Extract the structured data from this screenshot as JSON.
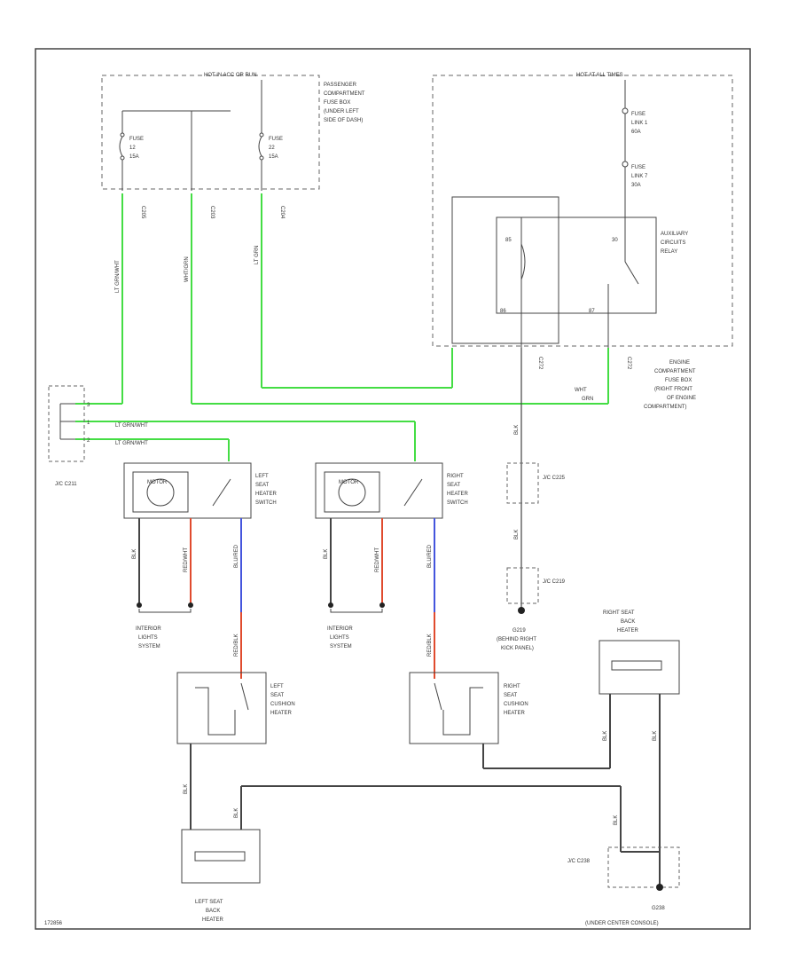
{
  "header_left": "HOT IN ACC OR RUN",
  "header_right": "HOT AT ALL TIMES",
  "fuse_box_passenger": [
    "PASSENGER",
    "COMPARTMENT",
    "FUSE BOX",
    "(UNDER LEFT",
    "SIDE OF DASH)"
  ],
  "fuse_box_engine": [
    "ENGINE",
    "COMPARTMENT",
    "FUSE BOX",
    "(RIGHT FRONT",
    "OF ENGINE",
    "COMPARTMENT)"
  ],
  "fuses": {
    "fuse_a": [
      "FUSE",
      "12",
      "15A"
    ],
    "fuse_b": [
      "FUSE",
      "22",
      "15A"
    ],
    "link_1": [
      "FUSE",
      "LINK 1",
      "60A"
    ],
    "link_7": [
      "FUSE",
      "LINK 7",
      "30A"
    ]
  },
  "connectors": {
    "c_fuse_1": "C205",
    "c_fuse_2": "C203",
    "c_fuse_3": "C204",
    "c_engine_1": "C272",
    "c_engine_2": "C272"
  },
  "relay": {
    "label": [
      "AUXILIARY",
      "CIRCUITS",
      "RELAY"
    ],
    "pin_a": "85",
    "pin_b": "30",
    "pin_c": "86",
    "pin_d": "87"
  },
  "wires": {
    "w1": "LT GRN/WHT",
    "w2": "WHT/GRN",
    "w3": "LT GRN",
    "w4": "LT GRN/WHT",
    "w5": "LT GRN/WHT",
    "w6": "WHT",
    "w7": "GRN",
    "w8": "BLK",
    "w9": "BLK",
    "w10": "BLK",
    "w11": "RED/WHT",
    "w12": "BLU/RED",
    "w13": "RED/BLK",
    "w14": "BLK",
    "w15": "RED/WHT",
    "w16": "BLU/RED",
    "w17": "RED/BLK",
    "w18": "BLK",
    "w19": "BLK",
    "w20": "BLK",
    "w21": "BLK",
    "w22": "BLK"
  },
  "jc_c211": "J/C C211",
  "jc_c225": "J/C C225",
  "jc_c219": "J/C C219",
  "jc_c238": "J/C C238",
  "pins": {
    "p1": "3",
    "p2": "1",
    "p3": "2"
  },
  "left_switch": [
    "LEFT",
    "SEAT",
    "HEATER",
    "SWITCH"
  ],
  "right_switch": [
    "RIGHT",
    "SEAT",
    "HEATER",
    "SWITCH"
  ],
  "motor": "MOTOR",
  "interior_left": [
    "INTERIOR",
    "LIGHTS",
    "SYSTEM"
  ],
  "interior_right": [
    "INTERIOR",
    "LIGHTS",
    "SYSTEM"
  ],
  "ground_c219": [
    "G219",
    "(BEHIND RIGHT",
    "KICK PANEL)"
  ],
  "left_cushion": [
    "LEFT",
    "SEAT",
    "CUSHION",
    "HEATER"
  ],
  "right_cushion": [
    "RIGHT",
    "SEAT",
    "CUSHION",
    "HEATER"
  ],
  "right_back": [
    "RIGHT SEAT",
    "BACK",
    "HEATER"
  ],
  "left_back": [
    "LEFT SEAT",
    "BACK",
    "HEATER"
  ],
  "ground_c238": [
    "G238",
    "(UNDER CENTER CONSOLE)"
  ],
  "footer": "172856",
  "colors": {
    "green_wire": "#44dd44",
    "red_wire": "#e04b2e",
    "blue_wire": "#4455dd",
    "line": "#444444"
  }
}
